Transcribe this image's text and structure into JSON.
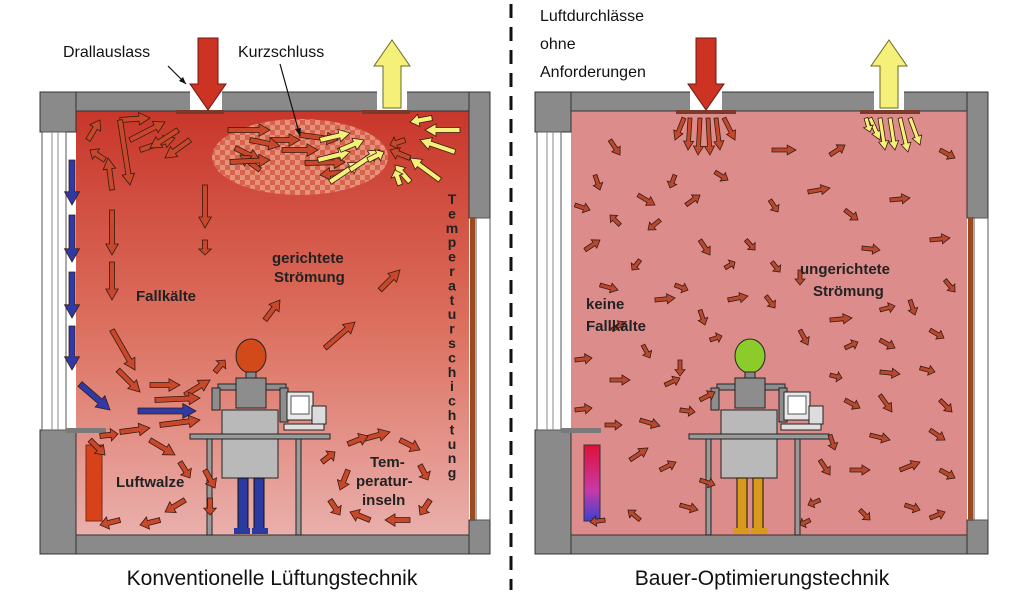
{
  "left": {
    "labels": {
      "drallauslass": "Drallauslass",
      "kurzschluss": "Kurzschluss",
      "fallkaelte": "Fallkälte",
      "gerichtete1": "gerichtete",
      "gerichtete2": "Strömung",
      "luftwalze": "Luftwalze",
      "temperatur1": "Tem-",
      "temperatur2": "peratur-",
      "temperatur3": "inseln",
      "schichtung": "Temperaturschichtung"
    },
    "caption": "Konventionelle Lüftungstechnik",
    "colors": {
      "warm_top": "#c8362a",
      "cool_bottom": "#e9a3a3",
      "cold_arrow": "#2f3aa6",
      "supply_arrow": "#cc3322",
      "exhaust_arrow": "#f5f07a"
    }
  },
  "right": {
    "labels": {
      "luftdurch1": "Luftdurchlässe",
      "luftdurch2": "ohne",
      "luftdurch3": "Anforderungen",
      "keine1": "keine",
      "keine2": "Fallkälte",
      "ungerichtete1": "ungerichtete",
      "ungerichtete2": "Strömung"
    },
    "caption": "Bauer-Optimierungstechnik",
    "colors": {
      "room": "#dc8c8a",
      "head": "#8ccc2a",
      "legs": "#d89a1a"
    }
  }
}
